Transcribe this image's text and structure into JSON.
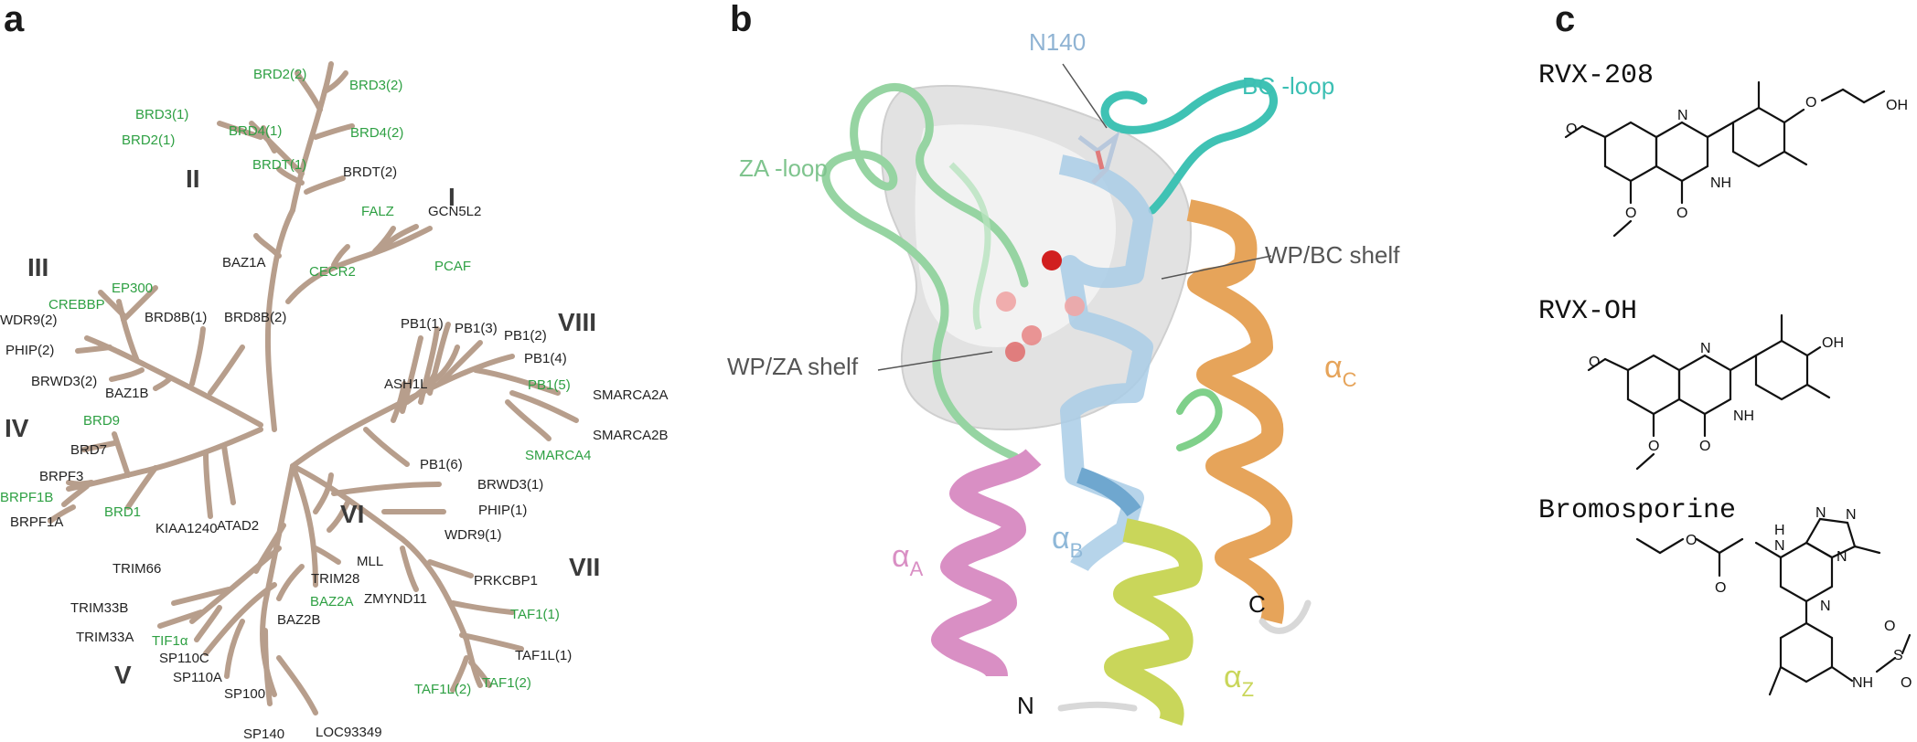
{
  "panels": {
    "a": {
      "letter": "a",
      "groups": [
        "I",
        "II",
        "III",
        "IV",
        "V",
        "VI",
        "VII",
        "VIII"
      ],
      "leaves": [
        {
          "label": "BRD2(2)",
          "green": true
        },
        {
          "label": "BRD3(2)",
          "green": true
        },
        {
          "label": "BRD3(1)",
          "green": true
        },
        {
          "label": "BRD4(1)",
          "green": true
        },
        {
          "label": "BRD2(1)",
          "green": true
        },
        {
          "label": "BRD4(2)",
          "green": true
        },
        {
          "label": "BRDT(1)",
          "green": true
        },
        {
          "label": "BRDT(2)",
          "green": false
        },
        {
          "label": "GCN5L2",
          "green": false
        },
        {
          "label": "FALZ",
          "green": true
        },
        {
          "label": "PCAF",
          "green": true
        },
        {
          "label": "CECR2",
          "green": true
        },
        {
          "label": "BAZ1A",
          "green": false
        },
        {
          "label": "EP300",
          "green": true
        },
        {
          "label": "CREBBP",
          "green": true
        },
        {
          "label": "WDR9(2)",
          "green": false
        },
        {
          "label": "BRD8B(1)",
          "green": false
        },
        {
          "label": "BRD8B(2)",
          "green": false
        },
        {
          "label": "PHIP(2)",
          "green": false
        },
        {
          "label": "BRWD3(2)",
          "green": false
        },
        {
          "label": "BAZ1B",
          "green": false
        },
        {
          "label": "PB1(1)",
          "green": false
        },
        {
          "label": "PB1(3)",
          "green": false
        },
        {
          "label": "PB1(2)",
          "green": false
        },
        {
          "label": "PB1(4)",
          "green": false
        },
        {
          "label": "ASH1L",
          "green": false
        },
        {
          "label": "PB1(5)",
          "green": true
        },
        {
          "label": "SMARCA2A",
          "green": false
        },
        {
          "label": "SMARCA2B",
          "green": false
        },
        {
          "label": "SMARCA4",
          "green": true
        },
        {
          "label": "BRD9",
          "green": true
        },
        {
          "label": "BRD7",
          "green": false
        },
        {
          "label": "BRPF3",
          "green": false
        },
        {
          "label": "BRPF1B",
          "green": true
        },
        {
          "label": "BRD1",
          "green": true
        },
        {
          "label": "BRPF1A",
          "green": false
        },
        {
          "label": "KIAA1240",
          "green": false
        },
        {
          "label": "ATAD2",
          "green": false
        },
        {
          "label": "PB1(6)",
          "green": false
        },
        {
          "label": "BRWD3(1)",
          "green": false
        },
        {
          "label": "PHIP(1)",
          "green": false
        },
        {
          "label": "WDR9(1)",
          "green": false
        },
        {
          "label": "MLL",
          "green": false
        },
        {
          "label": "TRIM28",
          "green": false
        },
        {
          "label": "TRIM66",
          "green": false
        },
        {
          "label": "PRKCBP1",
          "green": false
        },
        {
          "label": "ZMYND11",
          "green": false
        },
        {
          "label": "BAZ2A",
          "green": true
        },
        {
          "label": "BAZ2B",
          "green": false
        },
        {
          "label": "TRIM33B",
          "green": false
        },
        {
          "label": "TRIM33A",
          "green": false
        },
        {
          "label": "TIF1α",
          "green": true
        },
        {
          "label": "SP110C",
          "green": false
        },
        {
          "label": "SP110A",
          "green": false
        },
        {
          "label": "SP100",
          "green": false
        },
        {
          "label": "SP140",
          "green": false
        },
        {
          "label": "LOC93349",
          "green": false
        },
        {
          "label": "TAF1(1)",
          "green": true
        },
        {
          "label": "TAF1L(1)",
          "green": false
        },
        {
          "label": "TAF1L(2)",
          "green": true
        },
        {
          "label": "TAF1(2)",
          "green": true
        }
      ]
    },
    "b": {
      "letter": "b",
      "labels": {
        "n140": "N140",
        "bc_loop": "BC -loop",
        "za_loop": "ZA -loop",
        "wp_bc_shelf": "WP/BC shelf",
        "wp_za_shelf": "WP/ZA shelf",
        "alpha_c": "α",
        "alpha_c_sub": "C",
        "alpha_a": "α",
        "alpha_a_sub": "A",
        "alpha_b": "α",
        "alpha_b_sub": "B",
        "alpha_z": "α",
        "alpha_z_sub": "Z",
        "c_term": "C",
        "n_term": "N"
      },
      "colors": {
        "za_loop": "#8fd19e",
        "bc_loop": "#3bbfb3",
        "alpha_c": "#e6a45a",
        "alpha_a": "#d98fc4",
        "alpha_b": "#8fb8d8",
        "alpha_z": "#c9d65a",
        "surface": "#dcdcdc",
        "water": "#e46a6a"
      }
    },
    "c": {
      "letter": "c",
      "compounds": [
        {
          "name": "RVX-208",
          "atoms": [
            "N",
            "NH",
            "O",
            "O",
            "OH"
          ]
        },
        {
          "name": "RVX-OH",
          "atoms": [
            "N",
            "NH",
            "O",
            "OH"
          ]
        },
        {
          "name": "Bromosporine",
          "atoms": [
            "H",
            "N",
            "N",
            "N",
            "N",
            "N",
            "O",
            "O",
            "NH",
            "S",
            "O",
            "O"
          ]
        }
      ]
    }
  }
}
